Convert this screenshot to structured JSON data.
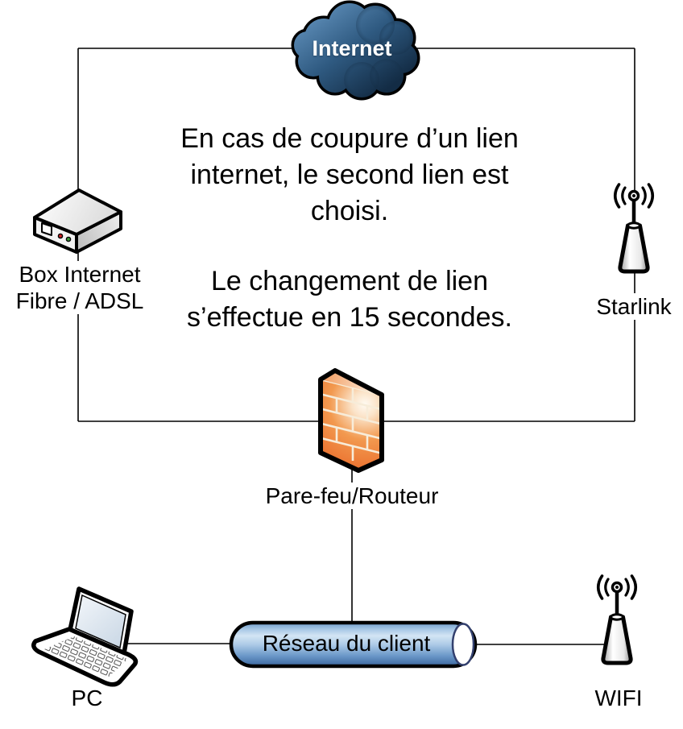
{
  "diagram": {
    "nodes": {
      "internet": {
        "label": "Internet"
      },
      "box": {
        "label": "Box Internet\nFibre / ADSL"
      },
      "starlink": {
        "label": "Starlink"
      },
      "firewall": {
        "label": "Pare-feu/Routeur"
      },
      "network": {
        "label": "Réseau du client"
      },
      "pc": {
        "label": "PC"
      },
      "wifi": {
        "label": "WIFI"
      }
    },
    "note": {
      "p1": "En cas de coupure d’un lien\ninternet, le second lien est\nchoisi.",
      "p2": "Le changement de lien\ns’effectue en 15 secondes."
    },
    "colors": {
      "cloud_light": "#6090bb",
      "cloud_dark": "#132c45",
      "firewall_orange": "#ea6c2b",
      "firewall_cream": "#fffaf2",
      "pipe_light": "#d3e5f4",
      "pipe_dark": "#3a679f",
      "line": "#000000",
      "label_text": "#000000",
      "internet_text": "#ffffff"
    }
  }
}
